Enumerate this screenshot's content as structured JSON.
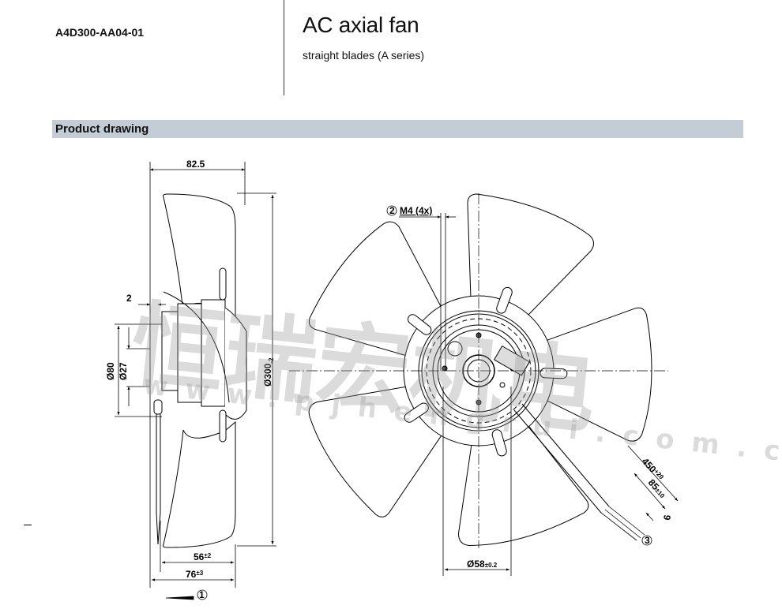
{
  "header": {
    "model": "A4D300-AA04-01",
    "title": "AC axial fan",
    "subtitle": "straight blades (A series)"
  },
  "section": {
    "title": "Product drawing"
  },
  "drawing": {
    "side_view": {
      "width_overall": "82.5",
      "offset": "2",
      "dia_80": "Ø80",
      "dia_27": "Ø27",
      "dia_300": "Ø300",
      "dia_300_tol": "-2",
      "depth_56": "56",
      "depth_56_tol": "±2",
      "depth_76": "76",
      "depth_76_tol": "±3",
      "callout_1": "1"
    },
    "front_view": {
      "callout_2": "2",
      "thread": "M4 (4x)",
      "dia_58": "Ø58",
      "dia_58_tol": "±0.2",
      "cable_450": "450",
      "cable_450_tol": "+20",
      "cable_85": "85",
      "cable_85_tol": "±10",
      "strip_6": "6",
      "callout_3": "3"
    },
    "watermark": {
      "chinese": "恒瑞宏机电",
      "url": "www.pjhengrui.com.cn"
    }
  }
}
